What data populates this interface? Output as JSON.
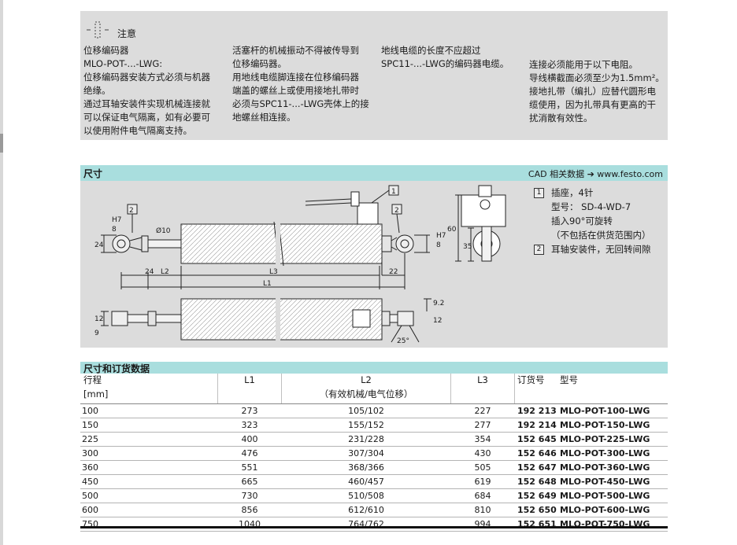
{
  "notice": {
    "title": "注意",
    "col1": [
      "位移编码器",
      "MLO-POT-...-LWG:",
      "位移编码器安装方式必须与机器",
      "绝缘。",
      "通过耳轴安装件实现机械连接就",
      "可以保证电气隔离，如有必要可",
      "以使用附件电气隔离支持。"
    ],
    "col2": [
      "活塞杆的机械振动不得被传导到",
      "位移编码器。",
      "用地线电缆脚连接在位移编码器",
      "端盖的螺丝上或使用接地扎带时",
      "必须与SPC11-...-LWG壳体上的接",
      "地螺丝相连接。"
    ],
    "col3": [
      "地线电缆的长度不应超过",
      "SPC11-...-LWG的编码器电缆。"
    ],
    "col4": [
      "连接必须能用于以下电阻。",
      "导线横截面必须至少为1.5mm²。",
      "接地扎带（编扎）应替代圆形电",
      "缆使用，因为扎带具有更高的干",
      "扰消散有效性。"
    ]
  },
  "dimensions": {
    "title": "尺寸",
    "cad_link": "CAD 相关数据 ➔ www.festo.com",
    "labels": {
      "callout1": "1",
      "callout2": "2",
      "d24": "24",
      "d8": "8",
      "dh7": "H7",
      "d10": "Ø10",
      "d60": "60",
      "d35": "35",
      "d22": "22",
      "L1": "L1",
      "L2": "L2",
      "L3": "L3",
      "d12": "12",
      "d9": "9",
      "d92": "9.2",
      "d25": "25°"
    },
    "legend": {
      "item1_num": "1",
      "item1_lines": [
        "插座，4针",
        "型号：  SD-4-WD-7",
        "插入90°可旋转",
        "（不包括在供货范围内）"
      ],
      "item2_num": "2",
      "item2_text": "耳轴安装件，无回转间隙"
    }
  },
  "ordering": {
    "title": "尺寸和订货数据",
    "headers": {
      "stroke": "行程",
      "stroke_unit": "[mm]",
      "l1": "L1",
      "l2": "L2",
      "l2_sub": "（有效机械/电气位移）",
      "l3": "L3",
      "part_no": "订货号",
      "type": "型号"
    },
    "rows": [
      {
        "stroke": "100",
        "l1": "273",
        "l2": "105/102",
        "l3": "227",
        "part_no": "192 213",
        "type": "MLO-POT-100-LWG"
      },
      {
        "stroke": "150",
        "l1": "323",
        "l2": "155/152",
        "l3": "277",
        "part_no": "192 214",
        "type": "MLO-POT-150-LWG"
      },
      {
        "stroke": "225",
        "l1": "400",
        "l2": "231/228",
        "l3": "354",
        "part_no": "152 645",
        "type": "MLO-POT-225-LWG"
      },
      {
        "stroke": "300",
        "l1": "476",
        "l2": "307/304",
        "l3": "430",
        "part_no": "152 646",
        "type": "MLO-POT-300-LWG"
      },
      {
        "stroke": "360",
        "l1": "551",
        "l2": "368/366",
        "l3": "505",
        "part_no": "152 647",
        "type": "MLO-POT-360-LWG"
      },
      {
        "stroke": "450",
        "l1": "665",
        "l2": "460/457",
        "l3": "619",
        "part_no": "152 648",
        "type": "MLO-POT-450-LWG"
      },
      {
        "stroke": "500",
        "l1": "730",
        "l2": "510/508",
        "l3": "684",
        "part_no": "152 649",
        "type": "MLO-POT-500-LWG"
      },
      {
        "stroke": "600",
        "l1": "856",
        "l2": "612/610",
        "l3": "810",
        "part_no": "152 650",
        "type": "MLO-POT-600-LWG"
      },
      {
        "stroke": "750",
        "l1": "1040",
        "l2": "764/762",
        "l3": "994",
        "part_no": "152 651",
        "type": "MLO-POT-750-LWG"
      }
    ]
  },
  "colors": {
    "panel_gray": "#dcdcdc",
    "header_teal": "#a9dede"
  },
  "icons": {
    "notice": "attention-icon",
    "cad_arrow": "arrow-right-icon"
  }
}
